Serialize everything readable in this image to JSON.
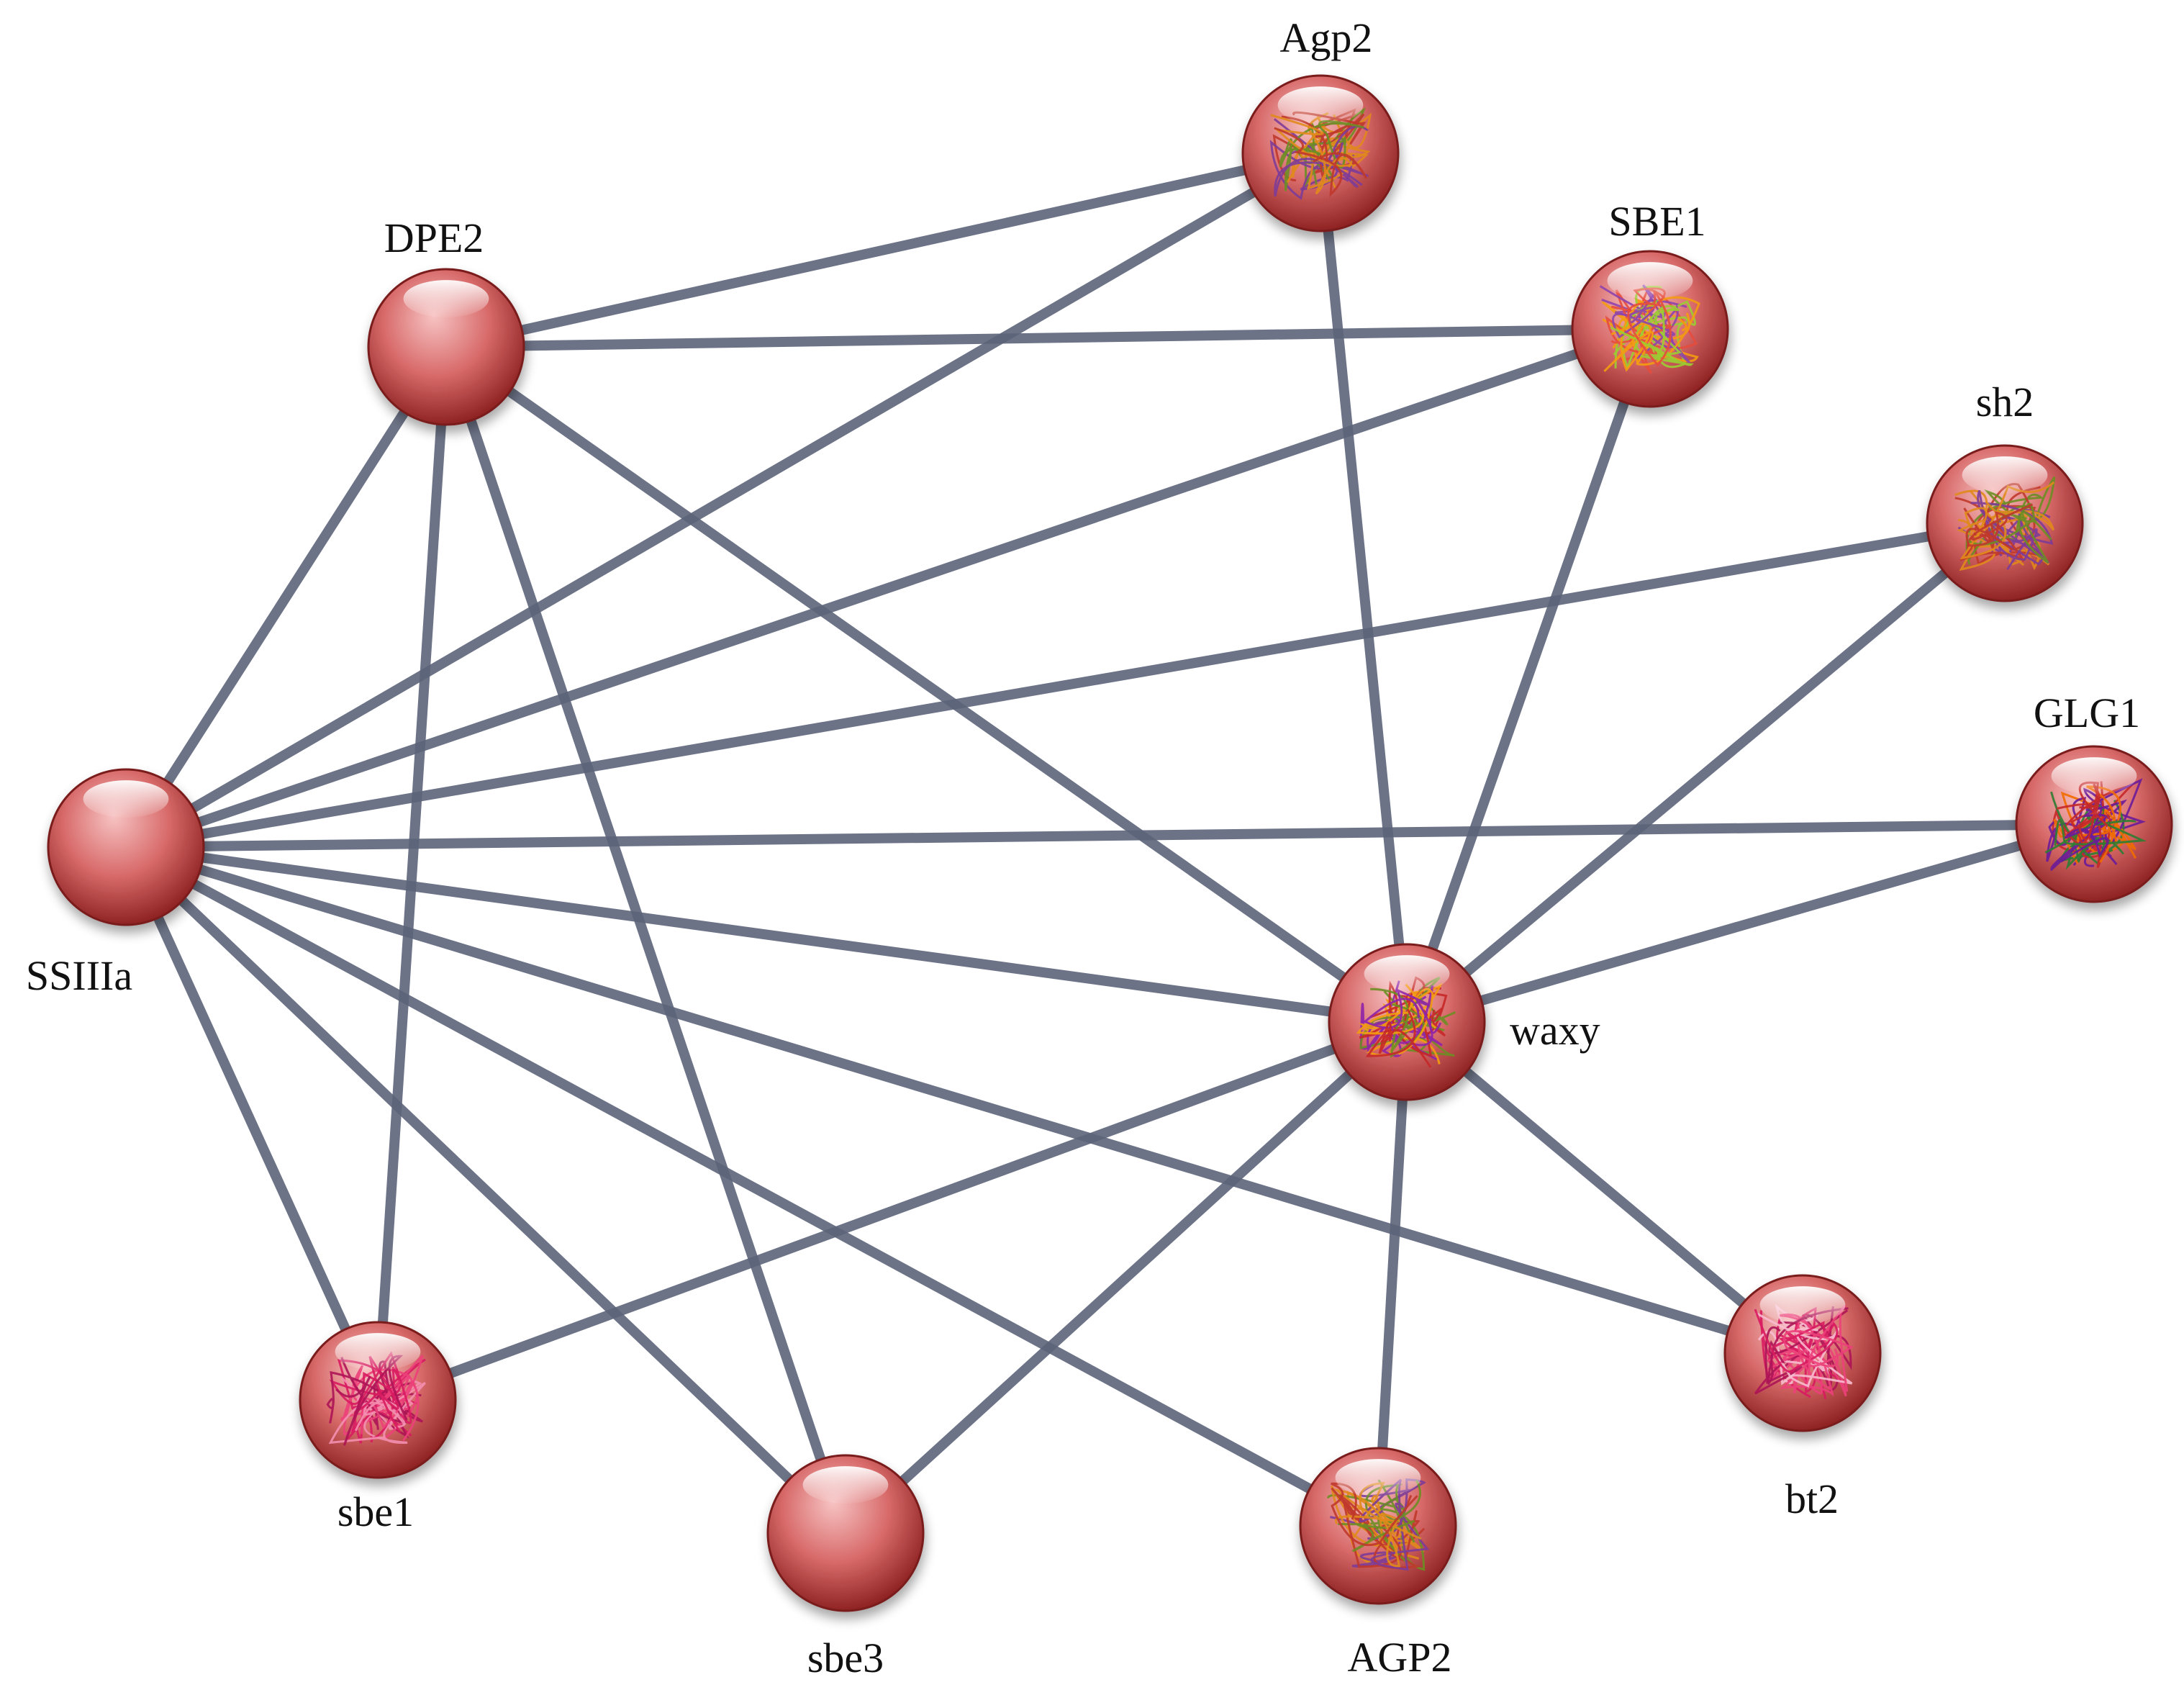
{
  "network": {
    "colors": {
      "edge": "#5c6479",
      "node_light": "#f7c3c3",
      "node_mid": "#d86a6a",
      "node_dark": "#8f2323",
      "background": "#ffffff"
    },
    "nodes": [
      {
        "id": "Agp2",
        "label": "Agp2",
        "has_structure": true,
        "structure_palette": [
          "#e08a1c",
          "#c0392b",
          "#7d3c98",
          "#6b8e23"
        ]
      },
      {
        "id": "SBE1",
        "label": "SBE1",
        "has_structure": true,
        "structure_palette": [
          "#9acd32",
          "#e74c3c",
          "#f39c12",
          "#8e44ad"
        ]
      },
      {
        "id": "DPE2",
        "label": "DPE2",
        "has_structure": false
      },
      {
        "id": "sh2",
        "label": "sh2",
        "has_structure": true,
        "structure_palette": [
          "#e08a1c",
          "#c0392b",
          "#7d3c98",
          "#6b8e23"
        ]
      },
      {
        "id": "GLG1",
        "label": "GLG1",
        "has_structure": true,
        "structure_palette": [
          "#6a1b9a",
          "#c62828",
          "#ef6c00",
          "#2e7d32"
        ]
      },
      {
        "id": "SSIIIa",
        "label": "SSIIIa",
        "has_structure": false
      },
      {
        "id": "waxy",
        "label": "waxy",
        "has_structure": true,
        "structure_palette": [
          "#8e24aa",
          "#c62828",
          "#6b8e23",
          "#f39c12"
        ]
      },
      {
        "id": "sbe1",
        "label": "sbe1",
        "has_structure": true,
        "structure_palette": [
          "#d81b60",
          "#ad1457",
          "#ec407a",
          "#f48fb1"
        ]
      },
      {
        "id": "sbe3",
        "label": "sbe3",
        "has_structure": false
      },
      {
        "id": "AGP2",
        "label": "AGP2",
        "has_structure": true,
        "structure_palette": [
          "#e08a1c",
          "#c0392b",
          "#7d3c98",
          "#6b8e23"
        ]
      },
      {
        "id": "bt2",
        "label": "bt2",
        "has_structure": true,
        "structure_palette": [
          "#d81b60",
          "#ec407a",
          "#ad1457",
          "#f8bbd0"
        ]
      }
    ],
    "edges": [
      [
        "DPE2",
        "Agp2"
      ],
      [
        "DPE2",
        "SBE1"
      ],
      [
        "DPE2",
        "SSIIIa"
      ],
      [
        "DPE2",
        "sbe1"
      ],
      [
        "DPE2",
        "sbe3"
      ],
      [
        "DPE2",
        "waxy"
      ],
      [
        "Agp2",
        "SSIIIa"
      ],
      [
        "Agp2",
        "waxy"
      ],
      [
        "SBE1",
        "SSIIIa"
      ],
      [
        "SBE1",
        "waxy"
      ],
      [
        "sh2",
        "SSIIIa"
      ],
      [
        "sh2",
        "waxy"
      ],
      [
        "GLG1",
        "SSIIIa"
      ],
      [
        "GLG1",
        "waxy"
      ],
      [
        "SSIIIa",
        "waxy"
      ],
      [
        "SSIIIa",
        "sbe1"
      ],
      [
        "SSIIIa",
        "sbe3"
      ],
      [
        "SSIIIa",
        "AGP2"
      ],
      [
        "SSIIIa",
        "bt2"
      ],
      [
        "waxy",
        "sbe1"
      ],
      [
        "waxy",
        "sbe3"
      ],
      [
        "waxy",
        "AGP2"
      ],
      [
        "waxy",
        "bt2"
      ]
    ]
  }
}
